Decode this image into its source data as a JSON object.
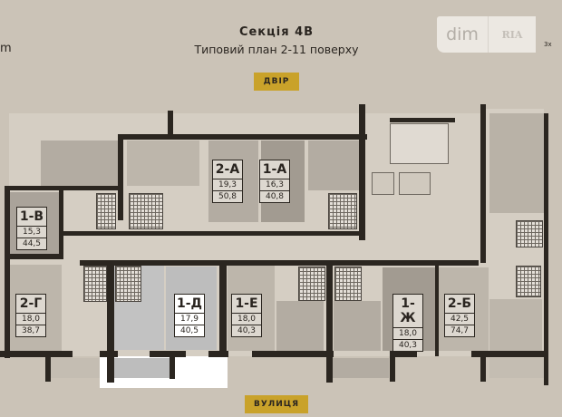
{
  "header": {
    "title": "Секція 4В",
    "subtitle": "Типовий план  2-11 поверху",
    "left_fragment": "m",
    "right_fragment": "3x"
  },
  "logo": {
    "part1": "dim",
    "part2": "RIA"
  },
  "orientation": {
    "top": "ДВІР",
    "bottom": "ВУЛИЦЯ"
  },
  "colors": {
    "background": "#cbc3b7",
    "walls": "#2b2620",
    "badge": "#c9a22a",
    "highlight": "#ffffff"
  },
  "highlighted_apartment": "1-Д",
  "apartments": [
    {
      "id": "1-В",
      "living": "15,3",
      "total": "44,5"
    },
    {
      "id": "2-А",
      "living": "19,3",
      "total": "50,8"
    },
    {
      "id": "1-А",
      "living": "16,3",
      "total": "40,8"
    },
    {
      "id": "2-Г",
      "living": "18,0",
      "total": "38,7"
    },
    {
      "id": "1-Д",
      "living": "17,9",
      "total": "40,5"
    },
    {
      "id": "1-Е",
      "living": "18,0",
      "total": "40,3"
    },
    {
      "id": "1-Ж",
      "living": "18,0",
      "total": "40,3"
    },
    {
      "id": "2-Б",
      "living": "42,5",
      "total": "74,7"
    }
  ]
}
